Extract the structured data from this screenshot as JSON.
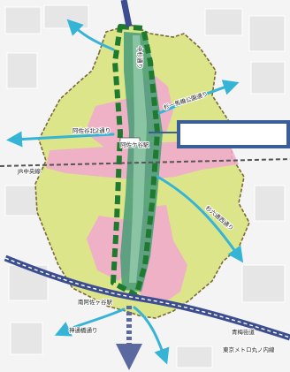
{
  "map": {
    "labels": {
      "nakasugi_dori": "中杉通り",
      "sugi_ichi": "杉一馬橋公園通り",
      "asagaya_kita2": "阿佐谷北2通り",
      "jr_chuo": "JR中央線",
      "asagaya_station": "阿佐ケ谷駅",
      "sugi6": "杉六通西通り",
      "minami_asagaya_station": "南阿佐ヶ谷駅",
      "shinmeigu_dori": "神通橋通り",
      "ome_kaido": "青梅街道",
      "tokyo_metro": "東京メトロ丸ノ内線"
    },
    "colors": {
      "district_fill": "#dde58a",
      "district_border": "#7a6a3a",
      "pink_zone": "#f2a8d0",
      "central_corridor": "#4f9e7a",
      "corridor_outline": "#1e7a2e",
      "arrow": "#36b4d6",
      "navy_road": "#3c4e8f",
      "callout_border": "#3a5e96",
      "rail_dash": "#555555"
    },
    "icons": [
      "callout-box",
      "outbound-arrow"
    ]
  }
}
